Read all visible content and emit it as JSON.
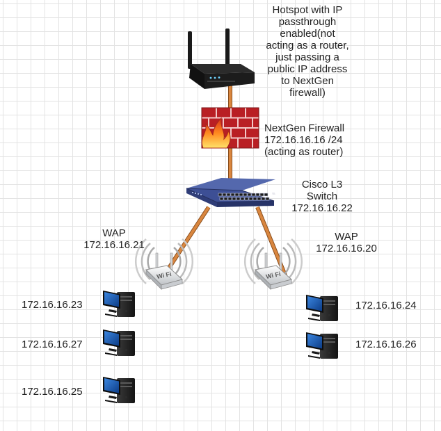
{
  "hotspot": {
    "icon": "router-icon",
    "label_lines": [
      "Hotspot with IP",
      "passthrough",
      "enabled(not",
      "acting as a router,",
      "just passing a",
      "public IP address",
      "to NextGen",
      "firewall)"
    ]
  },
  "firewall": {
    "icon": "firewall-icon",
    "label_lines": [
      "NextGen Firewall",
      "172.16.16.16 /24",
      "(acting as router)"
    ]
  },
  "switch": {
    "icon": "switch-icon",
    "label_lines": [
      "Cisco L3",
      "Switch",
      "172.16.16.22"
    ]
  },
  "wap_left": {
    "icon": "wireless-access-point-icon",
    "label_lines": [
      "WAP",
      "172.16.16.21"
    ]
  },
  "wap_right": {
    "icon": "wireless-access-point-icon",
    "label_lines": [
      "WAP",
      "172.16.16.20"
    ]
  },
  "clients_left": [
    {
      "icon": "computer-icon",
      "ip": "172.16.16.23"
    },
    {
      "icon": "computer-icon",
      "ip": "172.16.16.27"
    },
    {
      "icon": "computer-icon",
      "ip": "172.16.16.25"
    }
  ],
  "clients_right": [
    {
      "icon": "computer-icon",
      "ip": "172.16.16.24"
    },
    {
      "icon": "computer-icon",
      "ip": "172.16.16.26"
    }
  ],
  "colors": {
    "link": "#d9863f",
    "link_edge": "#8a4f1e",
    "firewall_brick": "#c8242a",
    "switch_body": "#3d4f95",
    "monitor_screen": "#1f5fb5",
    "grid": "#e3e3e3"
  }
}
